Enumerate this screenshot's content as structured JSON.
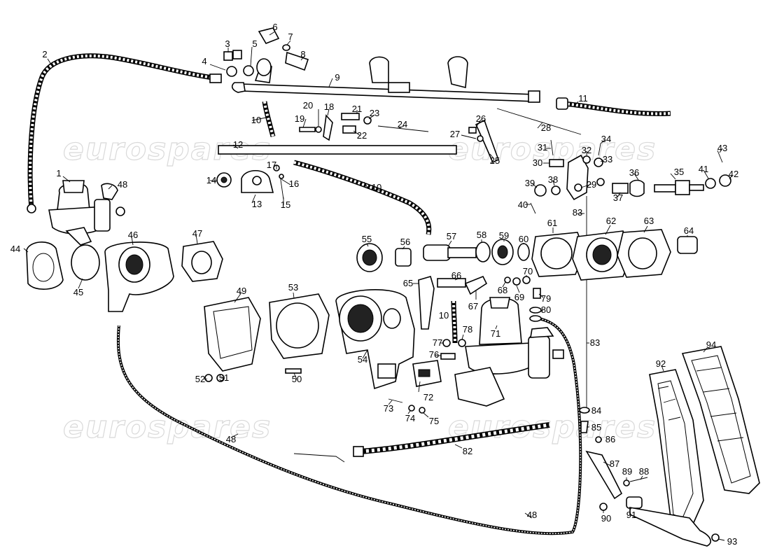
{
  "watermark": {
    "text": "eurospares",
    "color": "#d9d9d9"
  },
  "labels": [
    "1",
    "2",
    "3",
    "4",
    "5",
    "6",
    "7",
    "8",
    "9",
    "10",
    "10",
    "10",
    "11",
    "12",
    "13",
    "14",
    "15",
    "16",
    "17",
    "18",
    "19",
    "20",
    "21",
    "22",
    "23",
    "24",
    "25",
    "26",
    "27",
    "28",
    "29",
    "30",
    "31",
    "32",
    "33",
    "34",
    "35",
    "36",
    "37",
    "38",
    "39",
    "40",
    "41",
    "42",
    "43",
    "44",
    "45",
    "46",
    "47",
    "48",
    "48",
    "48",
    "49",
    "50",
    "51",
    "52",
    "53",
    "54",
    "55",
    "56",
    "57",
    "58",
    "59",
    "60",
    "61",
    "62",
    "63",
    "64",
    "65",
    "66",
    "67",
    "68",
    "69",
    "70",
    "71",
    "72",
    "73",
    "74",
    "75",
    "76",
    "77",
    "78",
    "79",
    "80",
    "82",
    "83",
    "83",
    "84",
    "85",
    "86",
    "87",
    "88",
    "89",
    "90",
    "91",
    "92",
    "93",
    "94"
  ]
}
